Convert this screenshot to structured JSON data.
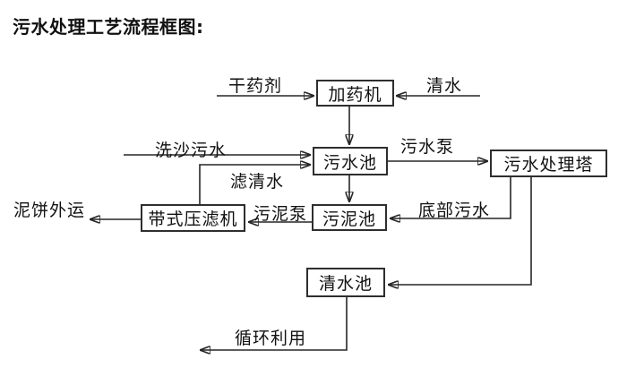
{
  "title": "污水处理工艺流程框图:",
  "colors": {
    "background": "#ffffff",
    "line": "#262626",
    "text": "#111111"
  },
  "diagram": {
    "nodes": {
      "dosing_machine": "加药机",
      "wastewater_pool": "污水池",
      "treatment_tower": "污水处理塔",
      "belt_filter_press": "带式压滤机",
      "sludge_pool": "污泥池",
      "clean_water_pool": "清水池"
    },
    "flow_labels": {
      "dry_chemical": "干药剂",
      "clean_water": "清水",
      "sand_washing_wastewater": "洗沙污水",
      "wastewater_pump": "污水泵",
      "filtered_water": "滤清水",
      "bottom_wastewater": "底部污水",
      "sludge_pump": "污泥泵",
      "mud_cake_out": "泥饼外运",
      "recycle_use": "循环利用"
    },
    "edges": [
      {
        "from": "dry_chemical",
        "to": "dosing_machine"
      },
      {
        "from": "clean_water",
        "to": "dosing_machine"
      },
      {
        "from": "dosing_machine",
        "to": "wastewater_pool"
      },
      {
        "from": "sand_washing_wastewater",
        "to": "wastewater_pool"
      },
      {
        "from": "belt_filter_press",
        "to": "wastewater_pool",
        "label": "filtered_water"
      },
      {
        "from": "wastewater_pool",
        "to": "treatment_tower",
        "label": "wastewater_pump"
      },
      {
        "from": "wastewater_pool",
        "to": "sludge_pool"
      },
      {
        "from": "treatment_tower",
        "to": "sludge_pool",
        "label": "bottom_wastewater"
      },
      {
        "from": "sludge_pool",
        "to": "belt_filter_press",
        "label": "sludge_pump"
      },
      {
        "from": "belt_filter_press",
        "to": "mud_cake_out"
      },
      {
        "from": "treatment_tower",
        "to": "clean_water_pool"
      },
      {
        "from": "clean_water_pool",
        "to": "recycle_use"
      }
    ]
  }
}
